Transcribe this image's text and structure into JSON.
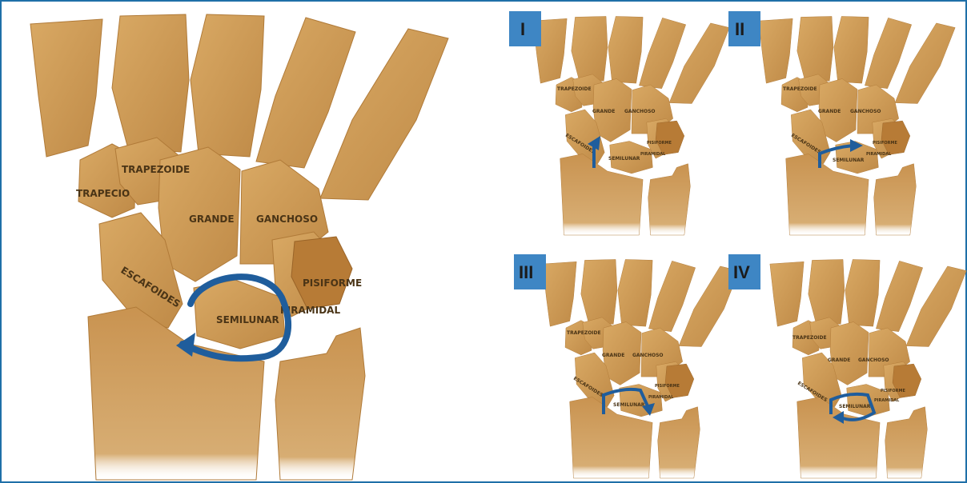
{
  "colors": {
    "frame": "#1f6fa8",
    "bone": "#c99350",
    "bone_light": "#d8a868",
    "bone_dark": "#a8742f",
    "label": "#4a3416",
    "arrow": "#1f5d9c",
    "badge": "#3e86c4"
  },
  "main_wrist": {
    "labels": {
      "trapecio": "TRAPECIO",
      "trapezoide": "TRAPEZOIDE",
      "grande": "GRANDE",
      "ganchoso": "GANCHOSO",
      "escafoides": "ESCAFOIDES",
      "semilunar": "SEMILUNAR",
      "piramidal": "PIRAMIDAL",
      "pisiforme": "PISIFORME"
    }
  },
  "stages": [
    {
      "badge": "I",
      "labels": {
        "trapezoide": "TRAPEZOIDE",
        "grande": "GRANDE",
        "ganchoso": "GANCHOSO",
        "escafoides": "ESCAFOIDES",
        "semilunar": "SEMILUNAR",
        "pisiforme": "PISIFORME",
        "piramidal": "PIRAMIDAL"
      }
    },
    {
      "badge": "II",
      "labels": {
        "trapezoide": "TRAPEZOIDE",
        "grande": "GRANDE",
        "ganchoso": "GANCHOSO",
        "escafoides": "ESCAFOIDES",
        "semilunar": "SEMILUNAR",
        "pisiforme": "PISIFORME",
        "piramidal": "PIRAMIDAL"
      }
    },
    {
      "badge": "III",
      "labels": {
        "trapezoide": "TRAPEZOIDE",
        "grande": "GRANDE",
        "ganchoso": "GANCHOSO",
        "escafoides": "ESCAFOIDES",
        "semilunar": "SEMILUNAR",
        "pisiforme": "PISIFORME",
        "piramidal": "PIRAMIDAL"
      }
    },
    {
      "badge": "IV",
      "labels": {
        "trapezoide": "TRAPEZOIDE",
        "grande": "GRANDE",
        "ganchoso": "GANCHOSO",
        "escafoides": "ESCAFOIDES",
        "semilunar": "SEMILUNAR",
        "pisiforme": "PISIFORME",
        "piramidal": "PIRAMIDAL"
      }
    }
  ]
}
